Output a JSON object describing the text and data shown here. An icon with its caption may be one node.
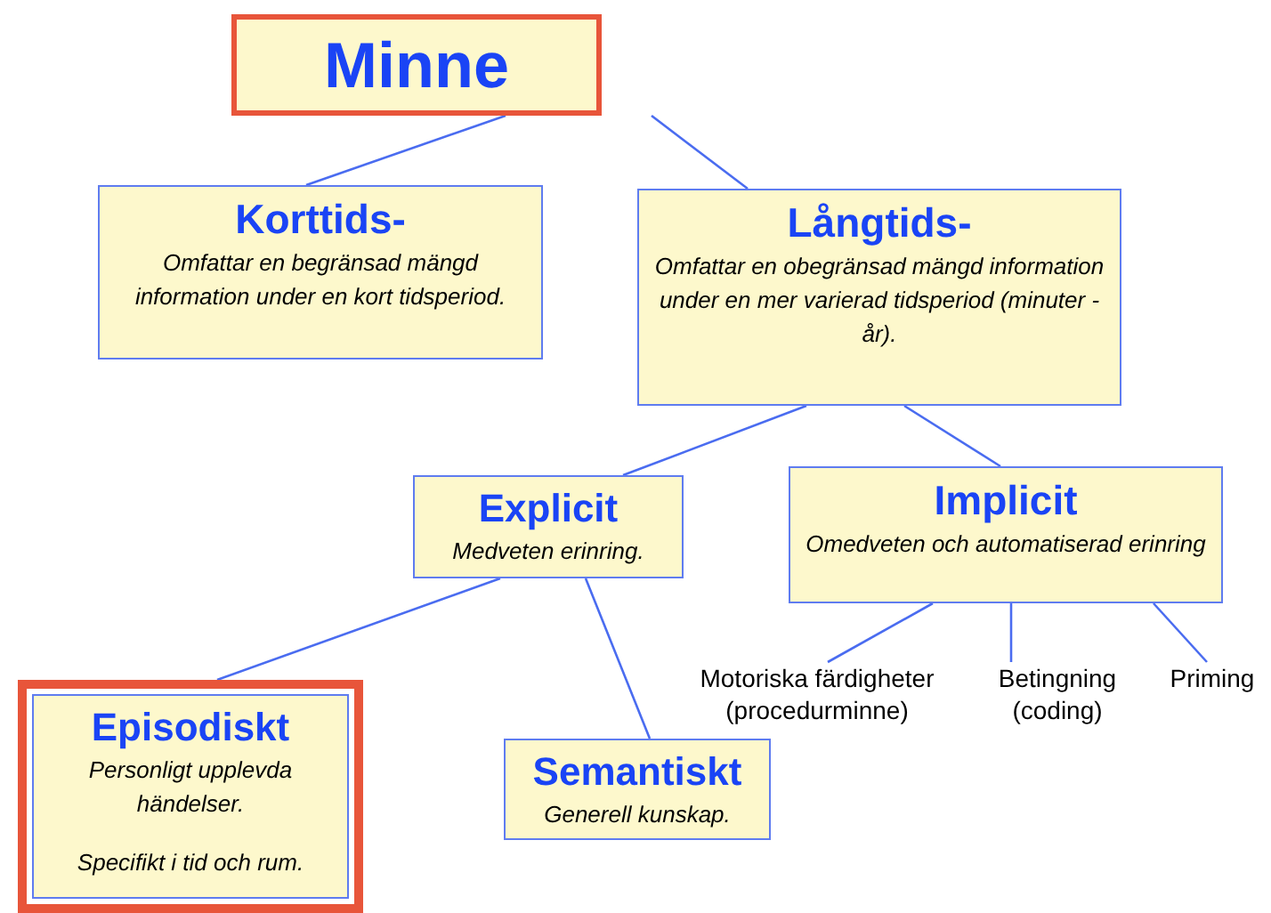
{
  "diagram": {
    "nodes": [
      {
        "text": [
          "Minne"
        ]
      },
      {
        "text": [
          "Korttids-",
          "Omfattar en begränsad mängd information under en kort tidsperiod."
        ]
      },
      {
        "text": [
          "Långtids-",
          "Omfattar en obegränsad mängd information under en mer varierad tidsperiod (minuter - år)."
        ]
      },
      {
        "text": [
          "Explicit",
          "Medveten erinring."
        ]
      },
      {
        "text": [
          "Implicit",
          "Omedveten och automatiserad erinring"
        ]
      },
      {
        "text": [
          "Episodiskt",
          "Personligt upplevda händelser.",
          "Specifikt i tid och rum."
        ]
      },
      {
        "text": [
          "Semantiskt",
          "Generell kunskap."
        ]
      },
      {
        "text": [
          "Motoriska färdigheter (procedurminne)"
        ]
      },
      {
        "text": [
          "Betingning (coding)"
        ]
      },
      {
        "text": [
          "Priming"
        ]
      }
    ],
    "edges": [
      {
        "from": 0,
        "to": 1,
        "arrow": "none"
      },
      {
        "from": 0,
        "to": 2,
        "arrow": "none"
      },
      {
        "from": 2,
        "to": 3,
        "arrow": "none"
      },
      {
        "from": 2,
        "to": 4,
        "arrow": "none"
      },
      {
        "from": 3,
        "to": 5,
        "arrow": "none"
      },
      {
        "from": 3,
        "to": 6,
        "arrow": "none"
      },
      {
        "from": 4,
        "to": 7,
        "arrow": "none"
      },
      {
        "from": 4,
        "to": 8,
        "arrow": "none"
      },
      {
        "from": 4,
        "to": 9,
        "arrow": "none"
      }
    ]
  }
}
